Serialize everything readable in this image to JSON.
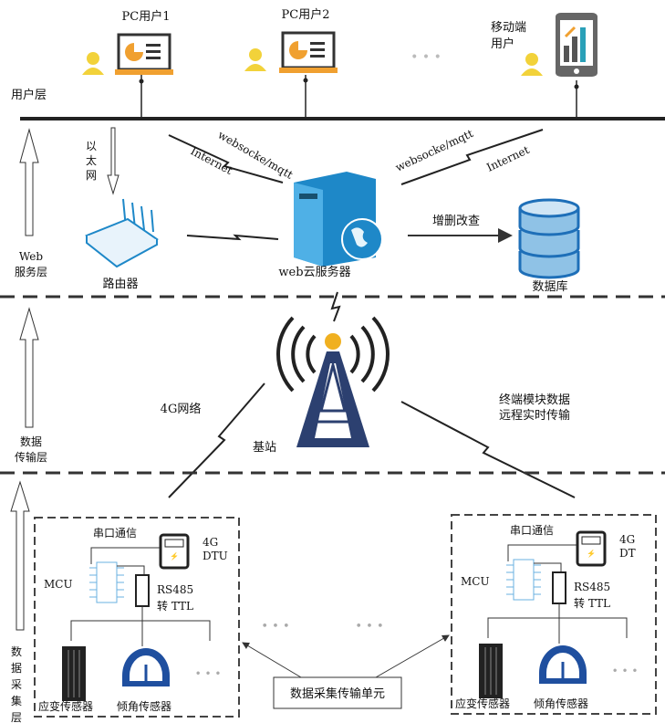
{
  "layers": {
    "user": "用户层",
    "web_line1": "Web",
    "web_line2": "服务层",
    "trans_line1": "数据",
    "trans_line2": "传输层",
    "collect": [
      "数",
      "据",
      "采",
      "集",
      "层"
    ]
  },
  "users": {
    "pc1": "PC用户1",
    "pc2": "PC用户2",
    "mobile_line1": "移动端",
    "mobile_line2": "用户",
    "ellipsis": "• • •"
  },
  "web": {
    "ethernet": [
      "以",
      "太",
      "网"
    ],
    "router": "路由器",
    "server": "web云服务器",
    "database": "数据库",
    "crud": "增删改查",
    "internet_left": "Internet",
    "proto_left": "websocke/mqtt",
    "internet_right": "Internet",
    "proto_right": "websocke/mqtt"
  },
  "transmission": {
    "network": "4G网络",
    "base_station": "基站",
    "remote_line1": "终端模块数据",
    "remote_line2": "远程实时传输"
  },
  "units": [
    {
      "serial": "串口通信",
      "dtu1": "4G",
      "dtu2": "DTU",
      "mcu": "MCU",
      "rs1": "RS485",
      "rs2": "转 TTL",
      "strain": "应变传感器",
      "tilt": "倾角传感器",
      "more": "• • •"
    },
    {
      "serial": "串口通信",
      "dtu1": "4G",
      "dtu2": "DT",
      "mcu": "MCU",
      "rs1": "RS485",
      "rs2": "转 TTL",
      "strain": "应变传感器",
      "tilt": "倾角传感器",
      "more": "• • •"
    }
  ],
  "unit_label": "数据采集传输单元",
  "between_dots": [
    "• • •",
    "• • •"
  ],
  "colors": {
    "accent_blue": "#1e88c8",
    "orange": "#f0a030",
    "navy": "#1f3f8f",
    "dark": "#222222"
  }
}
